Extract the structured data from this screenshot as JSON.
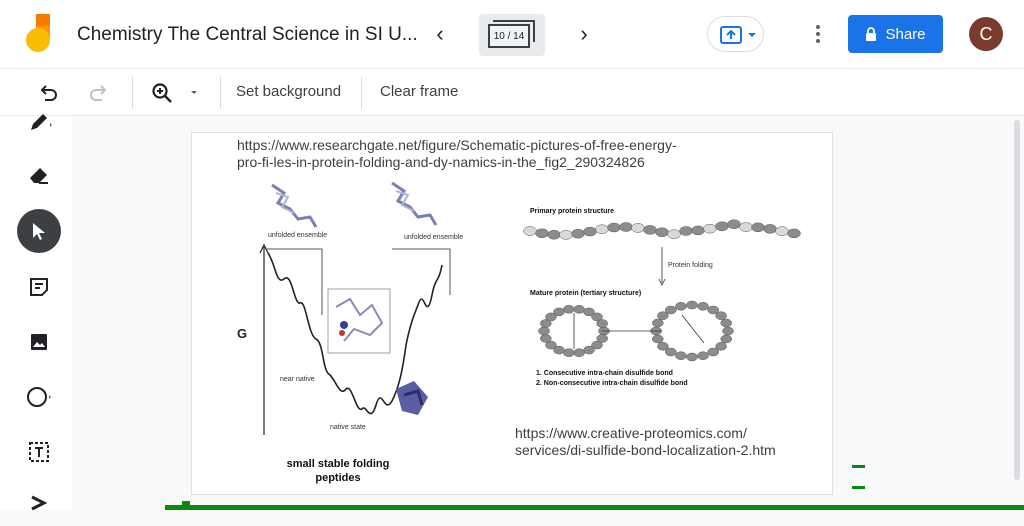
{
  "header": {
    "title": "Chemistry The Central Science in SI U...",
    "frame_counter": "10 / 14",
    "share_label": "Share",
    "avatar_initial": "C"
  },
  "toolbar": {
    "set_background_label": "Set background",
    "clear_frame_label": "Clear frame"
  },
  "slide": {
    "url_top_line1": "https://www.researchgate.net/figure/Schematic-pictures-of-free-energy-",
    "url_top_line2": "pro-fi-les-in-protein-folding-and-dy-namics-in-the_fig2_290324826",
    "left_figure": {
      "g_label": "G",
      "unfolded_left": "unfolded ensemble",
      "unfolded_right": "unfolded ensemble",
      "near_native": "near native",
      "native_state": "native state",
      "caption_line1": "small stable folding",
      "caption_line2": "peptides"
    },
    "right_figure": {
      "primary_label": "Primary protein structure",
      "folding_label": "Protein folding",
      "mature_label": "Mature protein (tertiary structure)",
      "legend1": "1. Consecutive intra-chain disulfide bond",
      "legend2": "2. Non-consecutive intra-chain disulfide bond"
    },
    "url_bottom_line1": "https://www.creative-proteomics.com/",
    "url_bottom_line2": "services/di-sulfide-bond-localization-2.htm"
  },
  "colors": {
    "share_blue": "#1a73e8",
    "avatar_brown": "#7a3b2e",
    "ink_green": "#0a8a0a"
  }
}
